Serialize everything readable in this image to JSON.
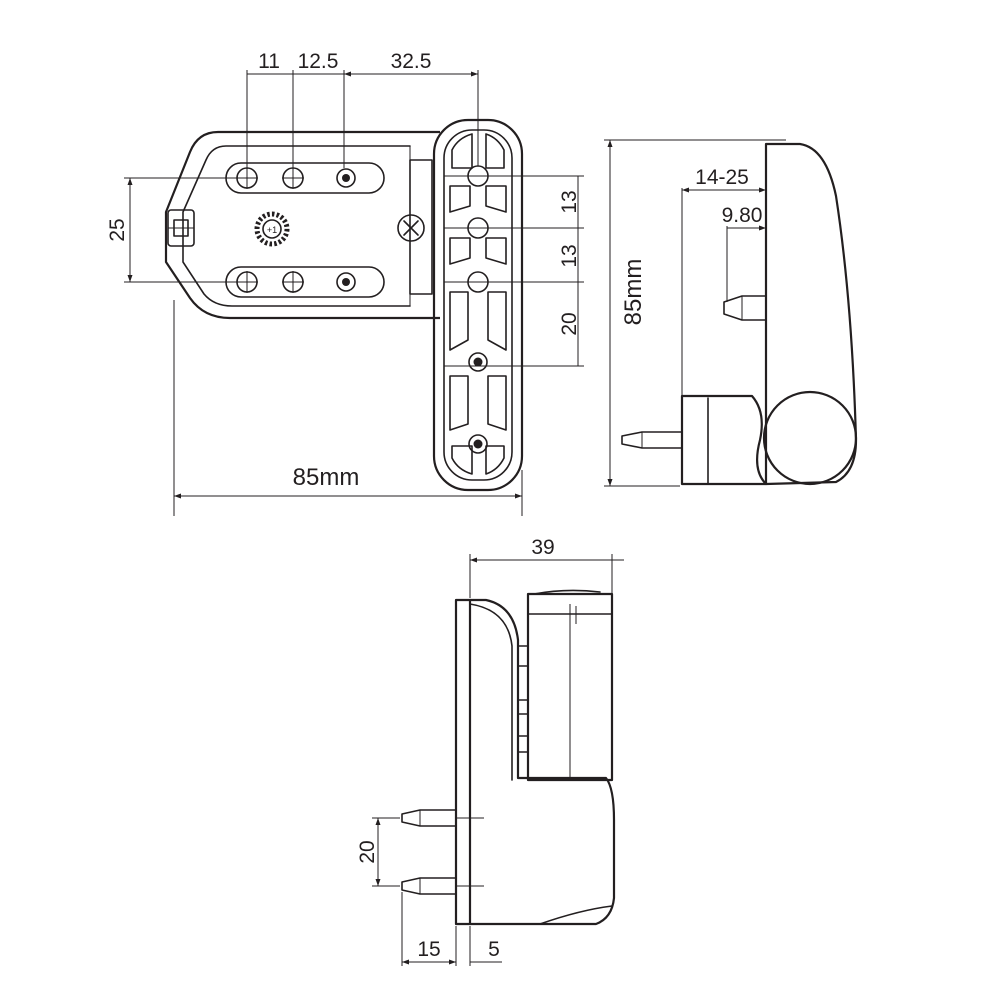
{
  "front_view": {
    "dim_11": "11",
    "dim_12_5": "12.5",
    "dim_32_5": "32.5",
    "dim_25": "25",
    "dim_13_a": "13",
    "dim_13_b": "13",
    "dim_20": "20",
    "dim_width": "85mm"
  },
  "side_view": {
    "dim_height": "85mm",
    "dim_adjust": "14-25",
    "dim_offset": "9.80"
  },
  "bottom_view": {
    "dim_39": "39",
    "dim_20": "20",
    "dim_15": "15",
    "dim_5": "5"
  }
}
